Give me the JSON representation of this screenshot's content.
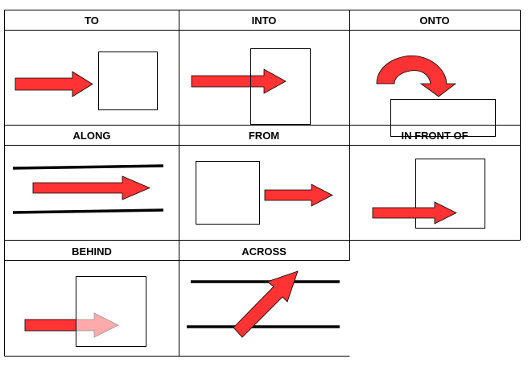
{
  "title": "Prepositions of movement",
  "cells": [
    {
      "label": "TO"
    },
    {
      "label": "INTO"
    },
    {
      "label": "ONTO"
    },
    {
      "label": "ALONG"
    },
    {
      "label": "FROM"
    },
    {
      "label": "IN FRONT OF"
    },
    {
      "label": "BEHIND"
    },
    {
      "label": "ACROSS"
    }
  ],
  "colors": {
    "arrow": "#ff3333",
    "arrow_faded": "#ffaaaa",
    "line": "#000000"
  }
}
